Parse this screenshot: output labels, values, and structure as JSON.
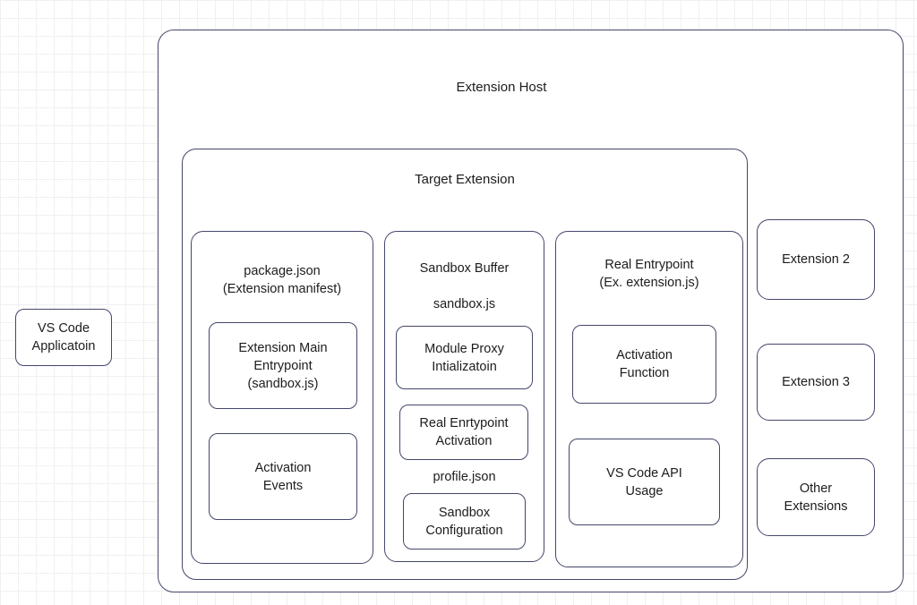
{
  "theme": {
    "background": "#ffffff",
    "grid_line": "#f0f0f4",
    "stroke": "#44476b",
    "text": "#1c1c1c"
  },
  "diagram": {
    "vscode_application": {
      "label": "VS Code\nApplicatoin"
    },
    "extension_host": {
      "title": "Extension Host",
      "target_extension": {
        "title": "Target Extension",
        "package_json_column": {
          "title": "package.json\n(Extension manifest)",
          "boxes": [
            {
              "label": "Extension Main\nEntrypoint\n(sandbox.js)"
            },
            {
              "label": "Activation\nEvents"
            }
          ]
        },
        "sandbox_buffer_column": {
          "title": "Sandbox Buffer",
          "file_label": "sandbox.js",
          "boxes": [
            {
              "label": "Module Proxy\nIntializatoin"
            },
            {
              "label": "Real Enrtypoint\nActivation"
            }
          ],
          "profile_label": "profile.json",
          "config_box": {
            "label": "Sandbox\nConfiguration"
          }
        },
        "real_entrypoint_column": {
          "title": "Real Entrypoint\n(Ex. extension.js)",
          "boxes": [
            {
              "label": "Activation\nFunction"
            },
            {
              "label": "VS Code API\nUsage"
            }
          ]
        }
      },
      "other_extension_boxes": [
        {
          "label": "Extension 2"
        },
        {
          "label": "Extension 3"
        },
        {
          "label": "Other\nExtensions"
        }
      ]
    }
  }
}
